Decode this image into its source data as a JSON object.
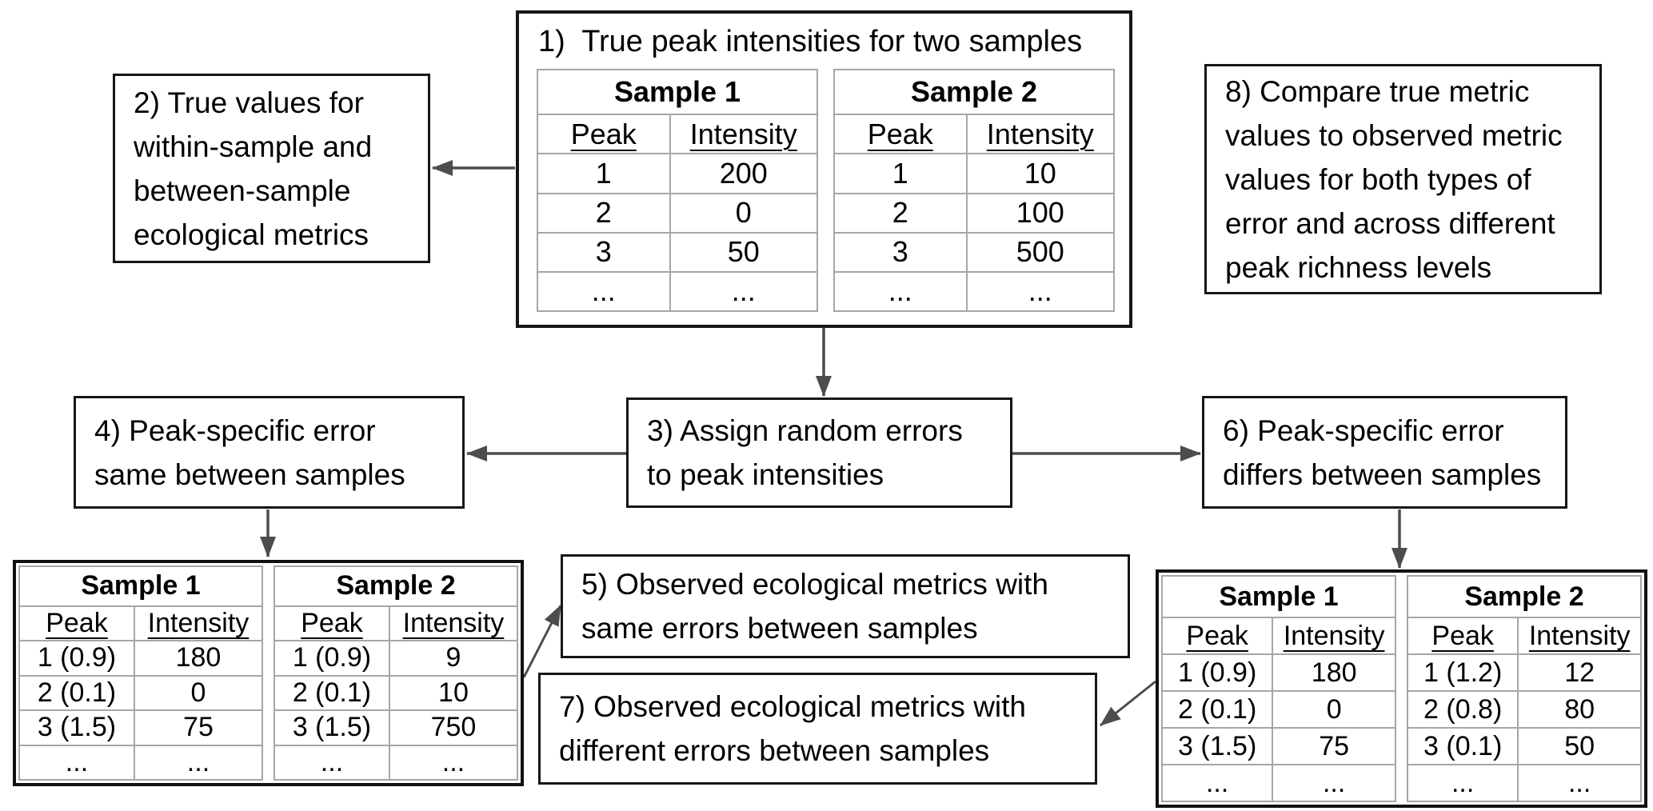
{
  "figure": {
    "background": "#ffffff",
    "box_border_color": "#161616",
    "table_frame_color": "#111111",
    "grid_line_color": "#a6a6a6",
    "arrow_color": "#4d4d4d",
    "text_color": "#000000"
  },
  "boxes": {
    "step1": {
      "title": "1)  True peak intensities for two samples"
    },
    "step2": {
      "lines": [
        "2) True values for",
        "within-sample and",
        "between-sample",
        "ecological metrics"
      ]
    },
    "step3": {
      "lines": [
        "3) Assign random errors",
        "to peak intensities"
      ]
    },
    "step4": {
      "lines": [
        "4) Peak-specific error",
        "same between samples"
      ]
    },
    "step5": {
      "lines": [
        "5) Observed ecological metrics with",
        "same errors between samples"
      ]
    },
    "step6": {
      "lines": [
        "6) Peak-specific error",
        "differs between samples"
      ]
    },
    "step7": {
      "lines": [
        "7) Observed ecological metrics with",
        "different errors between samples"
      ]
    },
    "step8": {
      "lines": [
        "8) Compare true metric",
        "values to observed metric",
        "values for both types of",
        "error and across different",
        "peak richness levels"
      ]
    }
  },
  "tables": {
    "true_sample1": {
      "title": "Sample 1",
      "columns": [
        "Peak",
        "Intensity"
      ],
      "rows": [
        [
          "1",
          "200"
        ],
        [
          "2",
          "0"
        ],
        [
          "3",
          "50"
        ],
        [
          "...",
          "..."
        ]
      ]
    },
    "true_sample2": {
      "title": "Sample 2",
      "columns": [
        "Peak",
        "Intensity"
      ],
      "rows": [
        [
          "1",
          "10"
        ],
        [
          "2",
          "100"
        ],
        [
          "3",
          "500"
        ],
        [
          "...",
          "..."
        ]
      ]
    },
    "same_error_sample1": {
      "title": "Sample 1",
      "columns": [
        "Peak",
        "Intensity"
      ],
      "rows": [
        [
          "1 (0.9)",
          "180"
        ],
        [
          "2 (0.1)",
          "0"
        ],
        [
          "3 (1.5)",
          "75"
        ],
        [
          "...",
          "..."
        ]
      ]
    },
    "same_error_sample2": {
      "title": "Sample 2",
      "columns": [
        "Peak",
        "Intensity"
      ],
      "rows": [
        [
          "1 (0.9)",
          "9"
        ],
        [
          "2 (0.1)",
          "10"
        ],
        [
          "3 (1.5)",
          "750"
        ],
        [
          "...",
          "..."
        ]
      ]
    },
    "diff_error_sample1": {
      "title": "Sample 1",
      "columns": [
        "Peak",
        "Intensity"
      ],
      "rows": [
        [
          "1 (0.9)",
          "180"
        ],
        [
          "2 (0.1)",
          "0"
        ],
        [
          "3 (1.5)",
          "75"
        ],
        [
          "...",
          "..."
        ]
      ]
    },
    "diff_error_sample2": {
      "title": "Sample 2",
      "columns": [
        "Peak",
        "Intensity"
      ],
      "rows": [
        [
          "1 (1.2)",
          "12"
        ],
        [
          "2 (0.8)",
          "80"
        ],
        [
          "3 (0.1)",
          "50"
        ],
        [
          "...",
          "..."
        ]
      ]
    }
  }
}
